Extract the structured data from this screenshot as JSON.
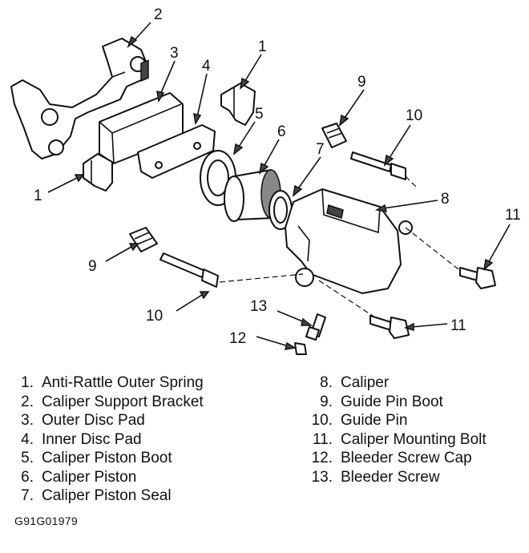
{
  "callouts": [
    "1",
    "2",
    "3",
    "4",
    "5",
    "6",
    "7",
    "8",
    "9",
    "10",
    "11",
    "12",
    "13",
    "1",
    "9",
    "10",
    "11"
  ],
  "legend_left": [
    {
      "num": "1.",
      "text": "Anti-Rattle Outer Spring"
    },
    {
      "num": "2.",
      "text": "Caliper Support Bracket"
    },
    {
      "num": "3.",
      "text": "Outer Disc Pad"
    },
    {
      "num": "4.",
      "text": "Inner Disc Pad"
    },
    {
      "num": "5.",
      "text": "Caliper Piston Boot"
    },
    {
      "num": "6.",
      "text": "Caliper Piston"
    },
    {
      "num": "7.",
      "text": "Caliper Piston Seal"
    }
  ],
  "legend_right": [
    {
      "num": "8.",
      "text": "Caliper"
    },
    {
      "num": "9.",
      "text": "Guide Pin Boot"
    },
    {
      "num": "10.",
      "text": "Guide Pin"
    },
    {
      "num": "11.",
      "text": "Caliper Mounting Bolt"
    },
    {
      "num": "12.",
      "text": "Bleeder Screw Cap"
    },
    {
      "num": "13.",
      "text": "Bleeder Screw"
    }
  ],
  "figure_id": "G91G01979"
}
